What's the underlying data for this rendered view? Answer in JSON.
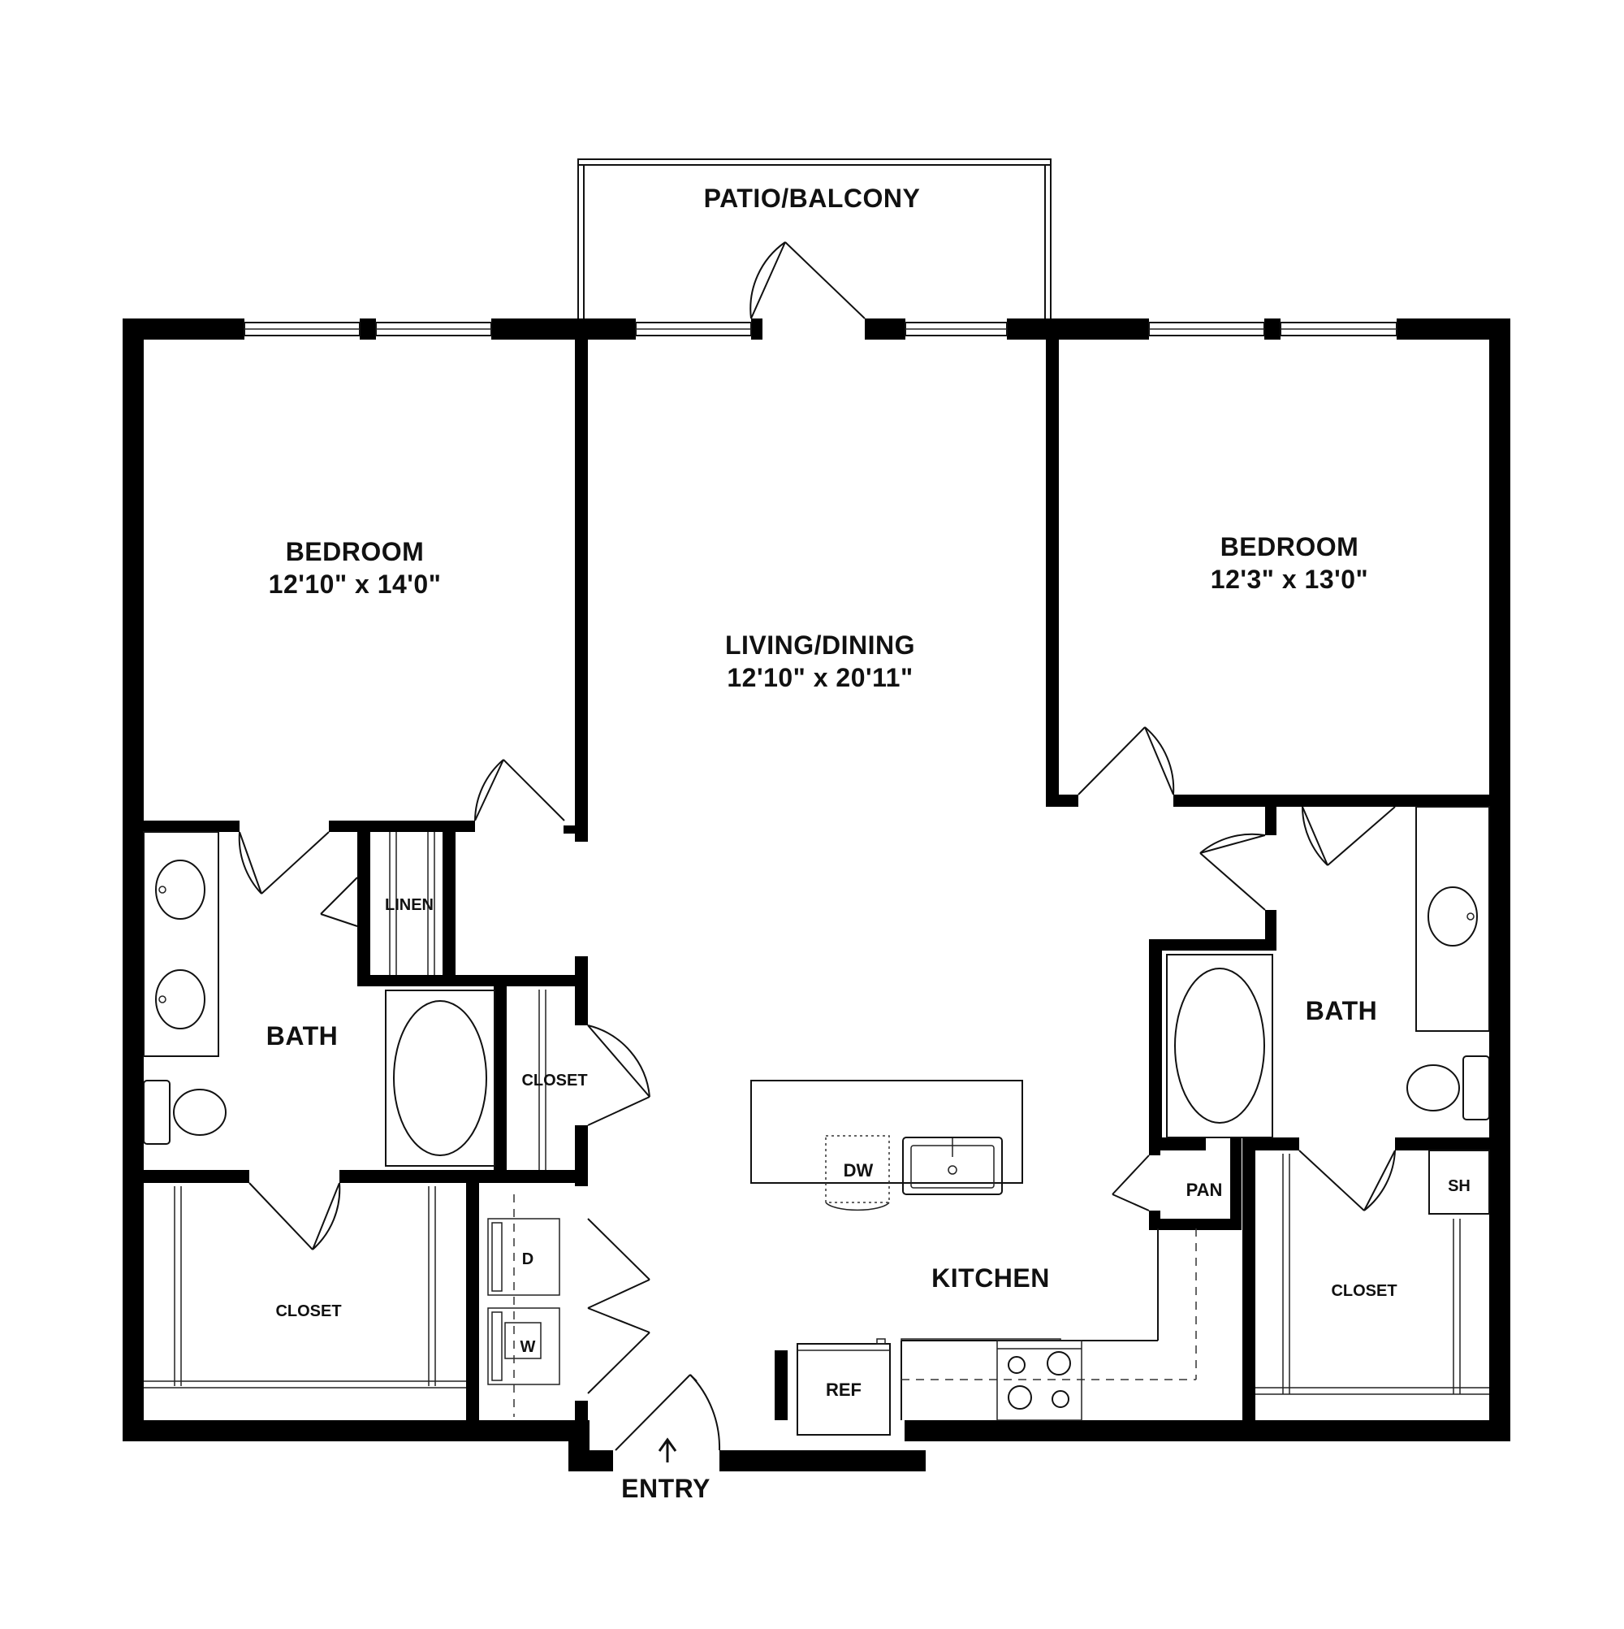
{
  "plan": {
    "rooms": {
      "patio": "PATIO/BALCONY",
      "bedroom_left_name": "BEDROOM",
      "bedroom_left_size": "12'10\" x 14'0\"",
      "living_name": "LIVING/DINING",
      "living_size": "12'10\" x 20'11\"",
      "bedroom_right_name": "BEDROOM",
      "bedroom_right_size": "12'3\" x 13'0\"",
      "linen": "LINEN",
      "bath_left": "BATH",
      "closet_hall": "CLOSET",
      "closet_left": "CLOSET",
      "bath_right": "BATH",
      "pantry": "PAN",
      "shower": "SH",
      "closet_right": "CLOSET",
      "kitchen": "KITCHEN",
      "dishwasher": "DW",
      "dryer": "D",
      "washer": "W",
      "refrigerator": "REF",
      "entry": "ENTRY"
    }
  }
}
